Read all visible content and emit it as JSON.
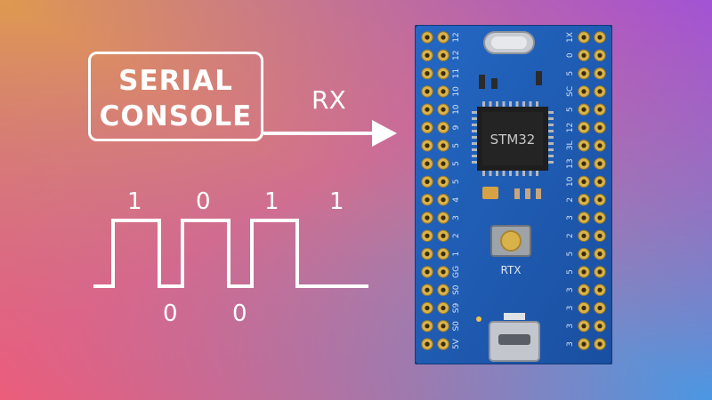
{
  "console": {
    "line1": "SERIAL",
    "line2": "CONSOLE"
  },
  "signal": {
    "label": "RX",
    "bits_top": [
      "1",
      "0",
      "1",
      "1"
    ],
    "bits_bottom": [
      "0",
      "0"
    ]
  },
  "board": {
    "chip_label": "STM32",
    "button_label": "RTX",
    "left_pins": [
      "12",
      "12",
      "11",
      "10",
      "10",
      "9",
      "5",
      "5",
      "5",
      "4",
      "3",
      "2",
      "1",
      "GG",
      "S0",
      "S9",
      "S0",
      "5V"
    ],
    "right_pins": [
      "1X",
      "0",
      "5",
      "SC",
      "5",
      "12",
      "3L",
      "13",
      "10",
      "2",
      "3",
      "2",
      "5",
      "5",
      "3",
      "3",
      "3",
      "3"
    ]
  },
  "colors": {
    "bg_top_left": "#e9a23b",
    "bg_bottom_left": "#ef5b7c",
    "bg_top_right": "#9a4fe0",
    "bg_bottom_right": "#2aa4f4",
    "board_blue": "#1f5fb8",
    "gold": "#d9b34a"
  }
}
